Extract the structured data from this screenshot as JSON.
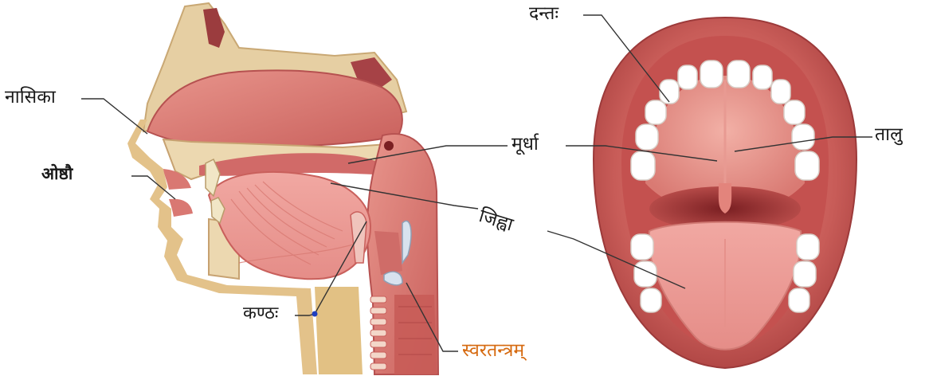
{
  "labels": {
    "nasika": "नासिका",
    "oshthau": "ओष्ठौ",
    "kanthah": "कण्ठः",
    "svaratantram": "स्वरतन्त्रम्",
    "dantah": "दन्तः",
    "talu": "तालु",
    "murdha": "मूर्धा",
    "jihva": "जिह्वा"
  },
  "colors": {
    "accent": "#d66a10",
    "leader_line": "#333333",
    "dot": "#1f3fbf"
  }
}
